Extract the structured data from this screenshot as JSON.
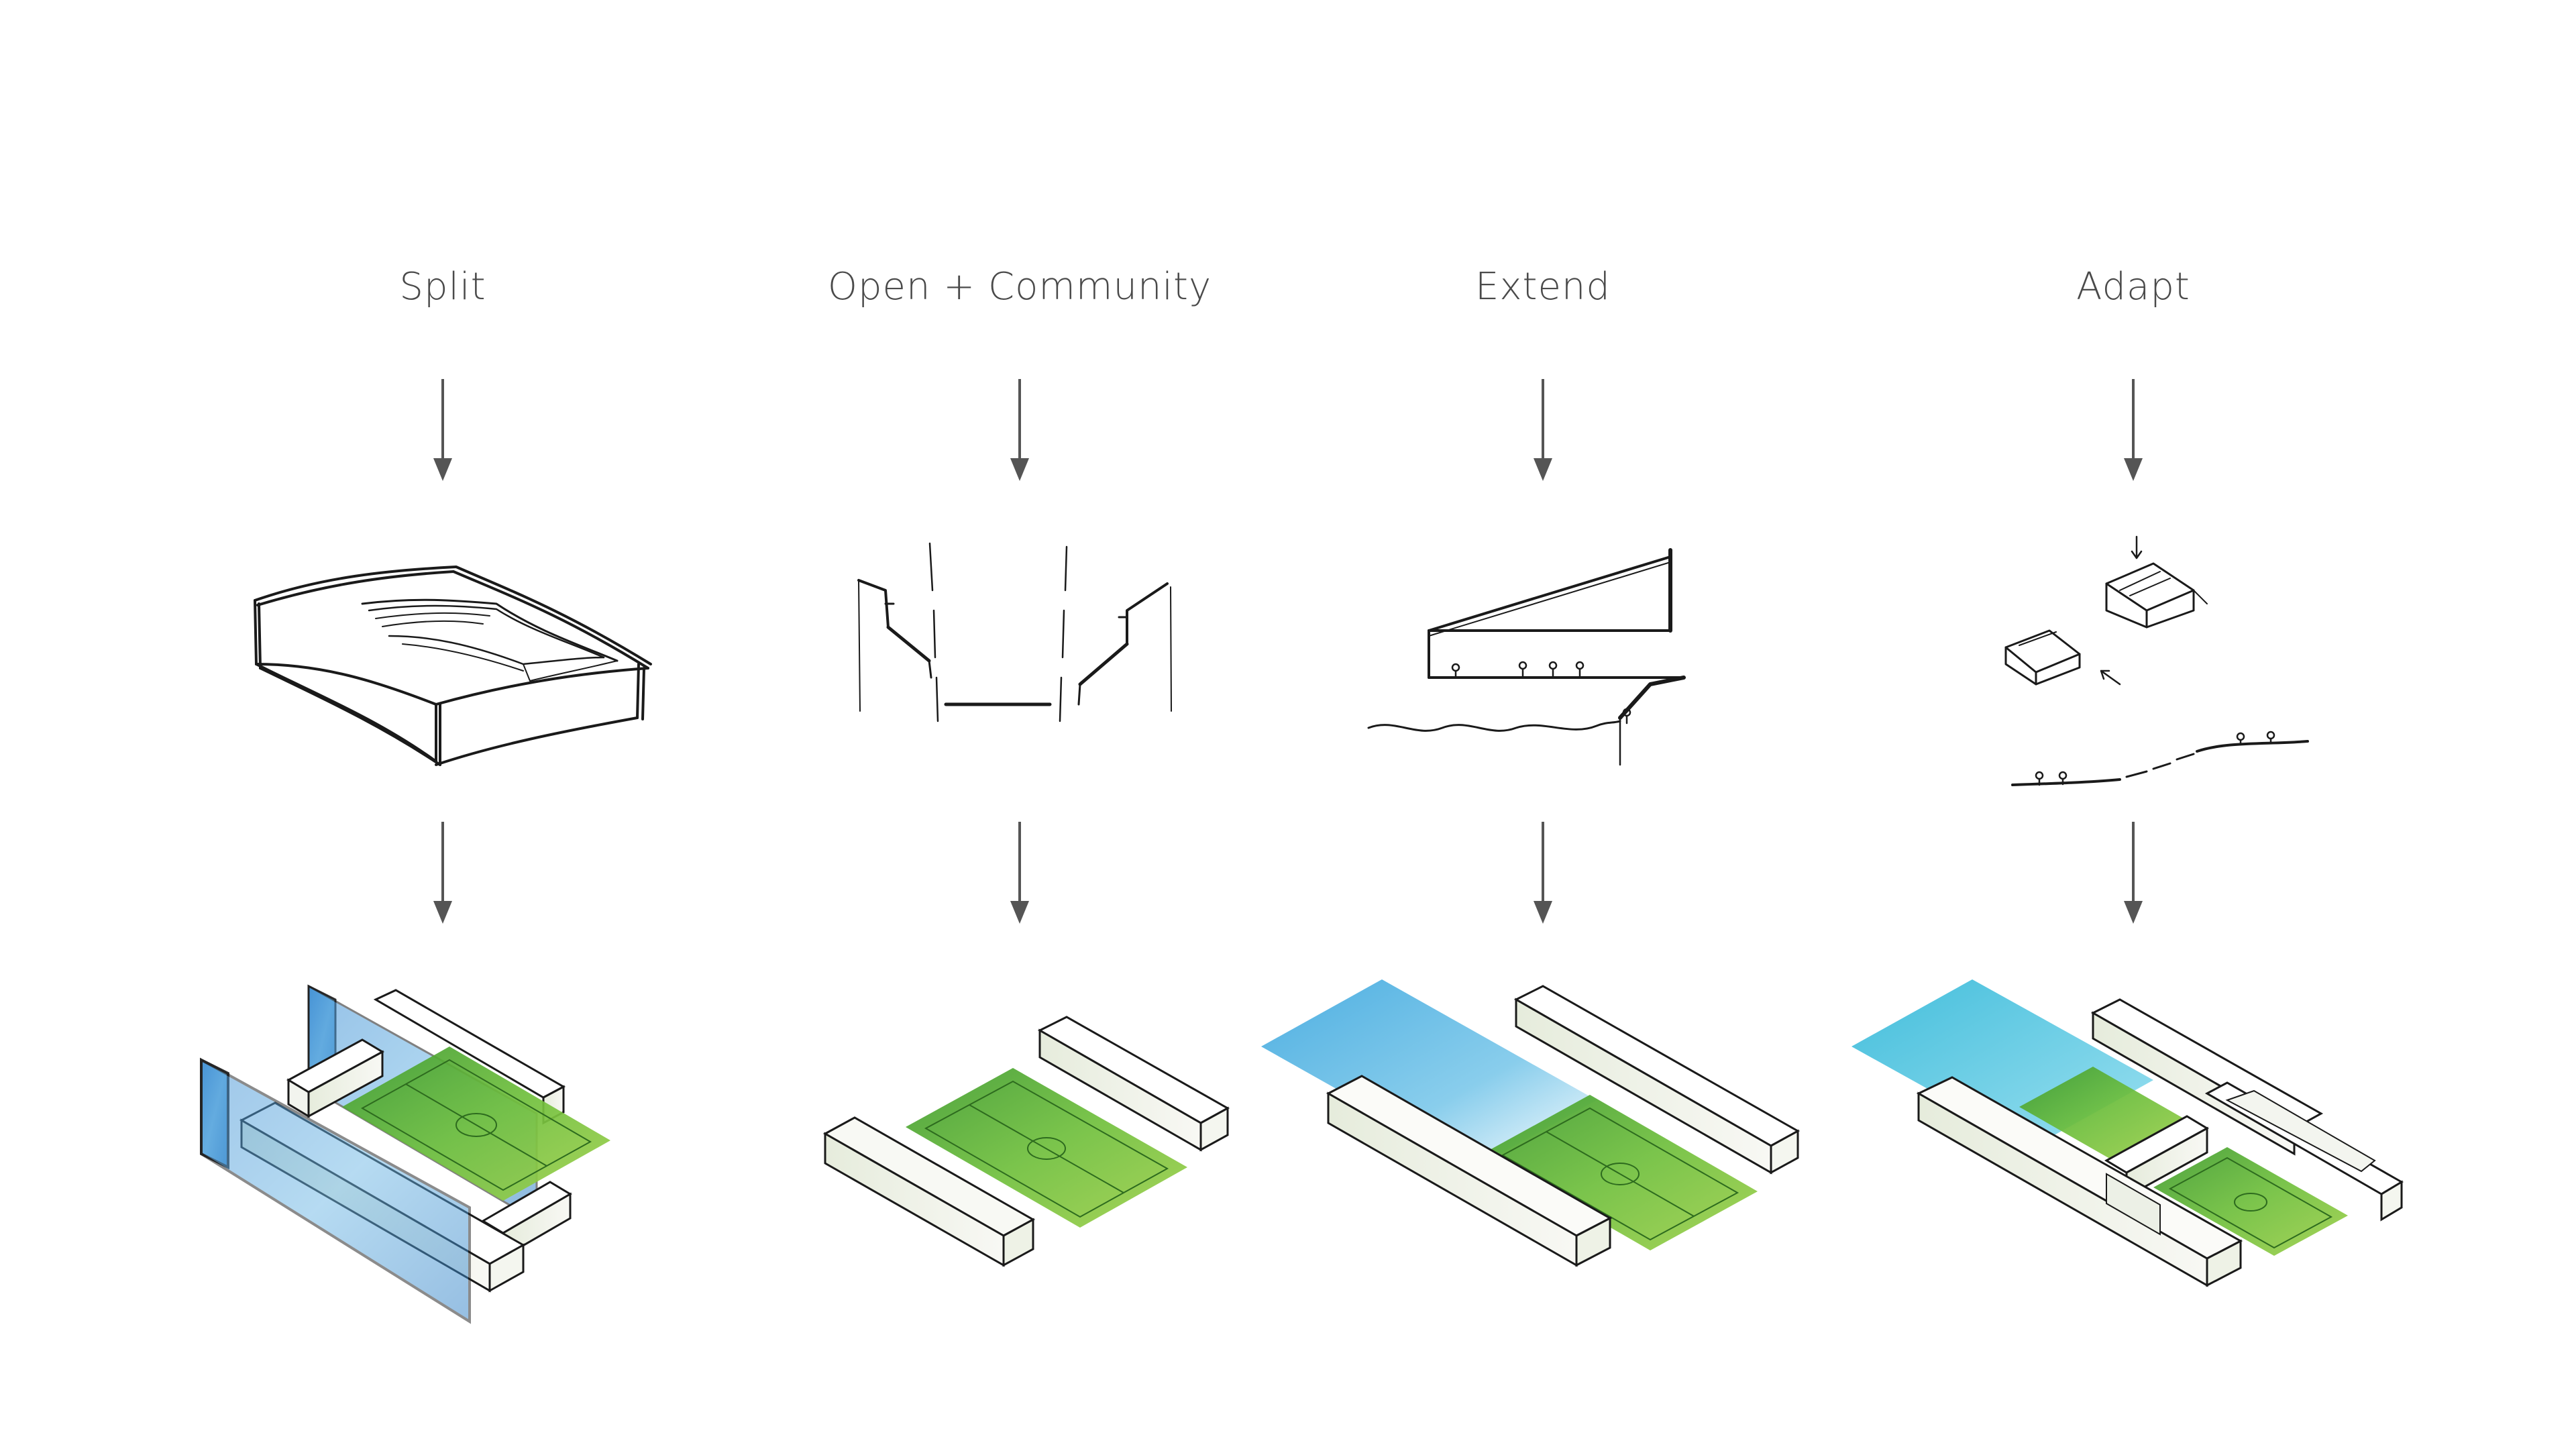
{
  "diagram": {
    "steps": [
      {
        "id": "split",
        "title": "Split"
      },
      {
        "id": "open-community",
        "title": "Open + Community"
      },
      {
        "id": "extend",
        "title": "Extend"
      },
      {
        "id": "adapt",
        "title": "Adapt"
      }
    ]
  },
  "colors": {
    "text": "#4a4a4a",
    "arrow": "#555555",
    "ink": "#1a1a1a",
    "pitch_green": "#5aa83a",
    "water_blue": "#4aa8d8",
    "sky_cyan": "#3fc0dc",
    "block_white": "#f6f6f2"
  }
}
